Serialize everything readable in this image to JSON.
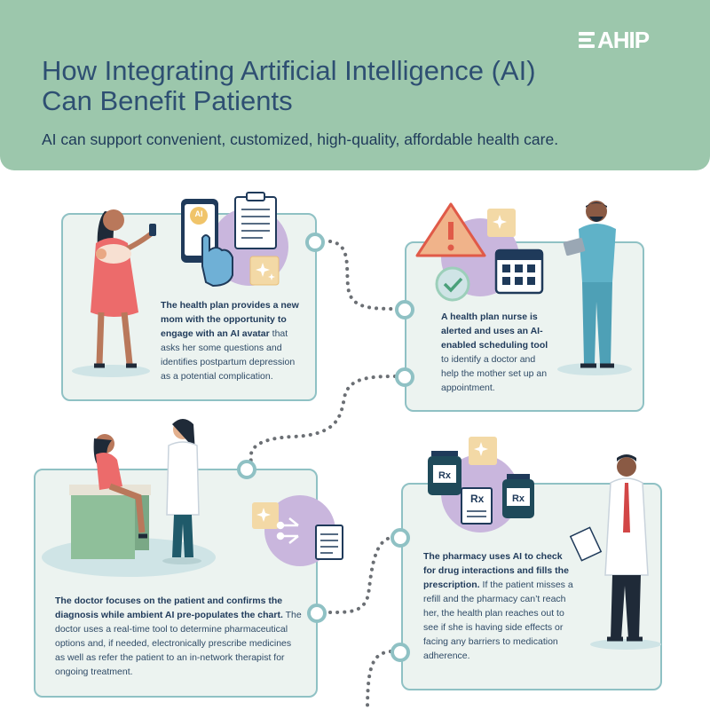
{
  "header": {
    "logo": "AHIP",
    "title": "How Integrating Artificial Intelligence (AI) Can Benefit Patients",
    "subtitle": "AI can support convenient, customized, high-quality, affordable health care."
  },
  "steps": [
    {
      "bold": "The health plan provides a new mom with the opportunity to engage with an AI avatar",
      "rest": " that asks her some questions and identifies postpartum depression as a potential complication."
    },
    {
      "bold": "A health plan nurse is alerted and uses an AI-enabled scheduling tool",
      "rest": " to identify a doctor and help the mother set up an appointment."
    },
    {
      "bold": "The doctor focuses on the patient and confirms the diagnosis while ambient AI pre-populates the chart.",
      "rest": " The doctor uses a real-time tool to determine pharmaceutical options and, if needed, electronically prescribe medicines as well as refer the patient to an in-network therapist for ongoing treatment."
    },
    {
      "bold": "The pharmacy uses AI to check for drug interactions and fills the prescription.",
      "rest": " If the patient misses a refill and the pharmacy can’t reach her, the health plan reaches out to see if she is having side effects or facing any barriers to medication adherence."
    }
  ],
  "icons": {
    "phone_badge": "AI",
    "rx_label": "Rx"
  },
  "colors": {
    "header_bg": "#9cc7ac",
    "card_bg": "#ecf3f0",
    "card_border": "#8fc1c4",
    "purple_circle": "#c9b6dd",
    "sparkle_tile": "#f3d9a6",
    "title_text": "#2e4f72"
  }
}
